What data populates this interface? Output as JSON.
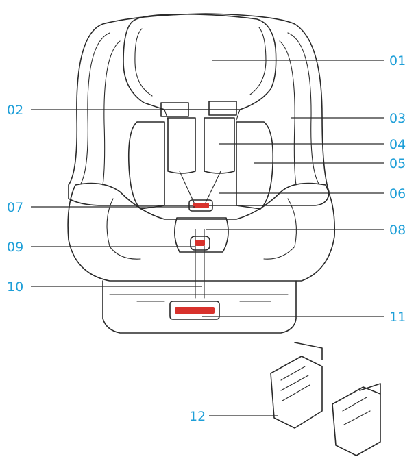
{
  "colors": {
    "label": "#1e9fd8",
    "line": "#2a2a2a",
    "accent_red": "#d8322c"
  },
  "callouts": [
    "01",
    "02",
    "03",
    "04",
    "05",
    "06",
    "07",
    "08",
    "09",
    "10",
    "11",
    "12"
  ]
}
